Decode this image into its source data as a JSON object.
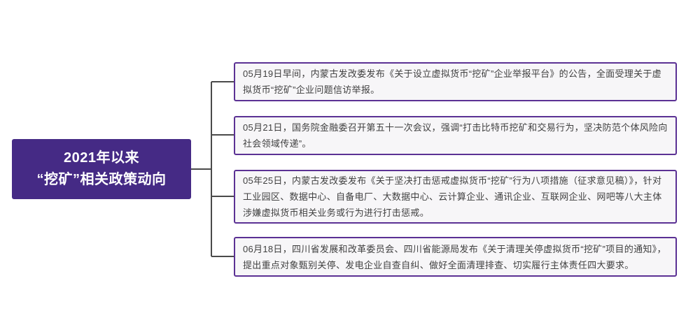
{
  "root": {
    "line1": "2021年以来",
    "line2": "“挖矿”相关政策动向"
  },
  "nodes": [
    {
      "text": "05月19日早间，内蒙古发改委发布《关于设立虚拟货币“挖矿”企业举报平台》的公告，全面受理关于虚拟货币“挖矿”企业问题信访举报。"
    },
    {
      "text": "05月21日，国务院金融委召开第五十一次会议，强调“打击比特币挖矿和交易行为，坚决防范个体风险向社会领域传递”。"
    },
    {
      "text": "05年25日，内蒙古发改委发布《关于坚决打击惩戒虚拟货币“挖矿”行为八项措施（征求意见稿）》，针对工业园区、数据中心、自备电厂、大数据中心、云计算企业、通讯企业、互联网企业、网吧等八大主体涉嫌虚拟货币相关业务或行为进行打击惩戒。"
    },
    {
      "text": "06月18日，四川省发展和改革委员会、四川省能源局发布《关于清理关停虚拟货币“挖矿”项目的通知》，提出重点对象甄别关停、发电企业自查自纠、做好全面清理排查、切实履行主体责任四大要求。"
    }
  ],
  "colors": {
    "root_fill": "#452a85",
    "node_border": "#5b3194",
    "node_background": "#f7f6f8",
    "connector_line": "#4a4a4a",
    "body_text": "#404040",
    "root_text": "#ffffff"
  }
}
